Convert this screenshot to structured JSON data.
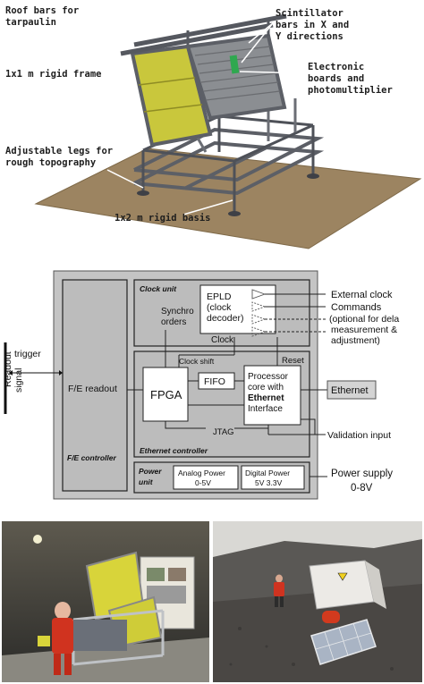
{
  "mechanical": {
    "labels": {
      "roof_bars_line1": "Roof bars for",
      "roof_bars_line2": "tarpaulin",
      "frame": "1x1 m rigid frame",
      "legs_line1": "Adjustable legs for",
      "legs_line2": "rough topography",
      "basis": "1x2 m rigid basis",
      "scint_line1": "Scintillator",
      "scint_line2": "bars in X and",
      "scint_line3": "Y directions",
      "elec_line1": "Electronic",
      "elec_line2": "boards and",
      "elec_line3": "photomultiplier"
    },
    "colors": {
      "ground": "#9c8461",
      "panel": "#c9c73c",
      "steel": "#5c5f66"
    }
  },
  "block_diagram": {
    "left": {
      "trigger": "trigger",
      "readout_line1": "Readout",
      "readout_line2": "signal"
    },
    "fe_controller": {
      "readout": "F/E readout",
      "title": "F/E controller"
    },
    "clock_unit": {
      "title": "Clock unit",
      "epld_line1": "EPLD",
      "epld_line2": "(clock",
      "epld_line3": "decoder)",
      "synchro_line1": "Synchro",
      "synchro_line2": "orders",
      "clock": "Clock"
    },
    "ethernet_controller": {
      "title": "Ethernet controller",
      "clock_shift": "Clock shift",
      "reset": "Reset",
      "fpga": "FPGA",
      "fifo": "FIFO",
      "proc_line1": "Processor",
      "proc_line2": "core with",
      "proc_line3": "Ethernet",
      "proc_line4": "Interface",
      "jtag": "JTAG"
    },
    "power_unit": {
      "title_line1": "Power",
      "title_line2": "unit",
      "analog_line1": "Analog Power",
      "analog_line2": "0-5V",
      "digital_line1": "Digital Power",
      "digital_line2": "5V 3.3V"
    },
    "right": {
      "external_clock": "External clock",
      "commands": "Commands",
      "optional_line1": "(optional for dela",
      "optional_line2": "measurement &",
      "optional_line3": "adjustment)",
      "ethernet": "Ethernet",
      "validation": "Validation input",
      "supply_line1": "Power supply",
      "supply_line2": "0-8V"
    }
  }
}
